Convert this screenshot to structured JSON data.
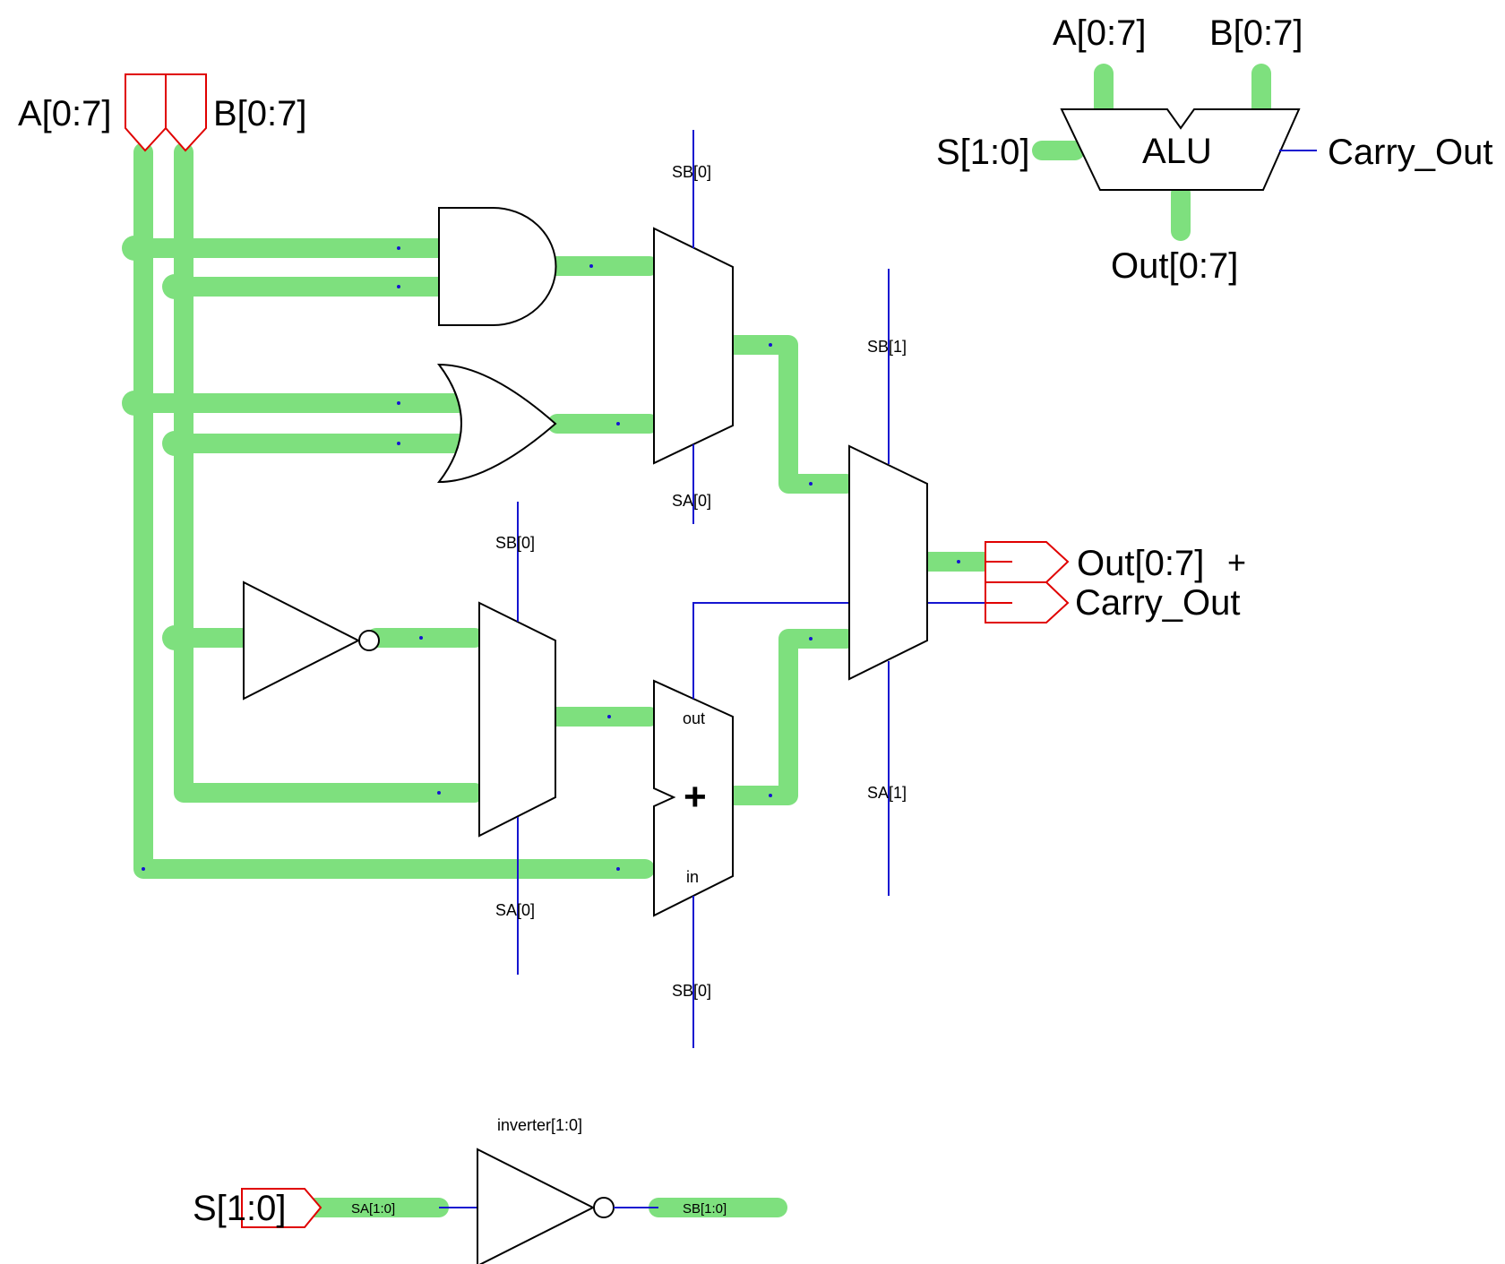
{
  "ports": {
    "input_a": "A[0:7]",
    "input_b": "B[0:7]",
    "output_out": "Out[0:7]",
    "output_carry": "Carry_Out",
    "plus_mark": "+",
    "select_input": "S[1:0]"
  },
  "select_signals": {
    "sb0_top": "SB[0]",
    "sa0_top": "SA[0]",
    "sb0_mid": "SB[0]",
    "sa0_mid": "SA[0]",
    "sb0_bottom": "SB[0]",
    "sb1": "SB[1]",
    "sa1": "SA[1]"
  },
  "adder": {
    "out_label": "out",
    "in_label": "in",
    "plus_symbol": "+"
  },
  "inverter_block": {
    "name": "inverter[1:0]",
    "bus_in_label": "SA[1:0]",
    "bus_out_label": "SB[1:0]"
  },
  "alu_symbol": {
    "title": "ALU",
    "pin_a": "A[0:7]",
    "pin_b": "B[0:7]",
    "pin_s": "S[1:0]",
    "pin_carry": "Carry_Out",
    "pin_out": "Out[0:7]"
  },
  "colors": {
    "bus": "#7ee07e",
    "wire": "#1515d0",
    "port": "#e00000",
    "gate": "#000000"
  }
}
